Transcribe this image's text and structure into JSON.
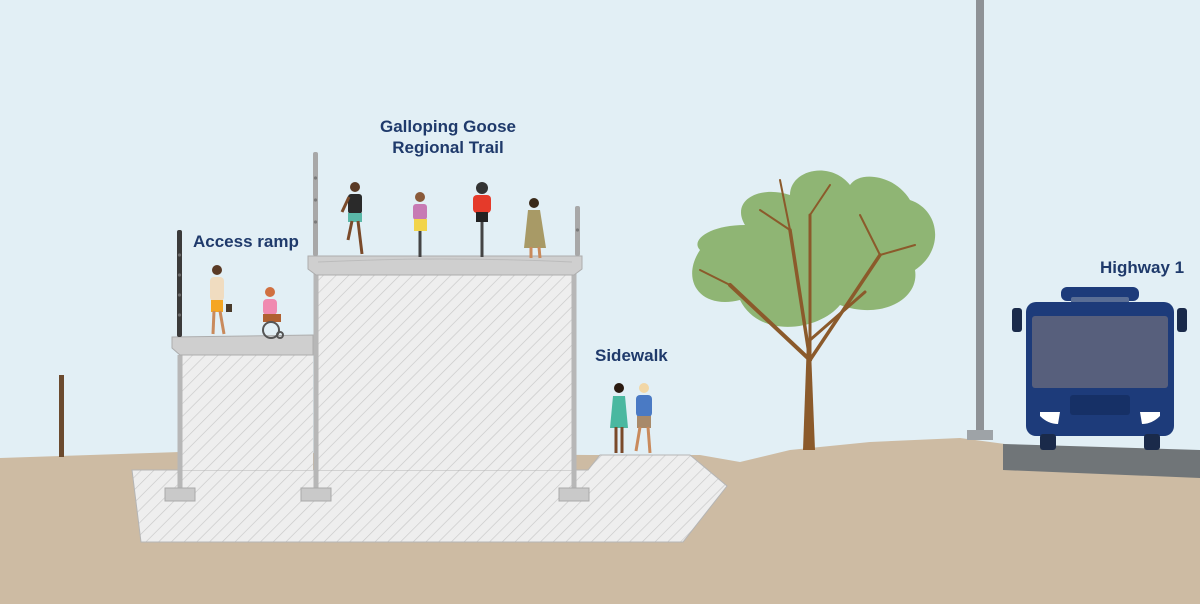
{
  "labels": {
    "trail_line1": "Galloping Goose",
    "trail_line2": "Regional Trail",
    "access_ramp": "Access ramp",
    "sidewalk": "Sidewalk",
    "highway": "Highway 1"
  },
  "colors": {
    "sky": "#e2eff5",
    "ground": "#cdbba3",
    "structure_fill": "#eeeeee",
    "structure_hatch": "#c4c4c4",
    "concrete": "#cfcfcf",
    "post": "#3a3a3a",
    "tree_foliage": "#8fb574",
    "tree_trunk": "#8b5a2b",
    "pole": "#8e9296",
    "road": "#707578",
    "bus": "#1d3b7a",
    "label": "#1f3a6b"
  },
  "icons": [
    "person-walking-icon",
    "wheelchair-user-icon",
    "runner-icon",
    "cyclist-icon",
    "pedestrian-icon",
    "tree-icon",
    "light-pole-icon",
    "bus-icon"
  ]
}
